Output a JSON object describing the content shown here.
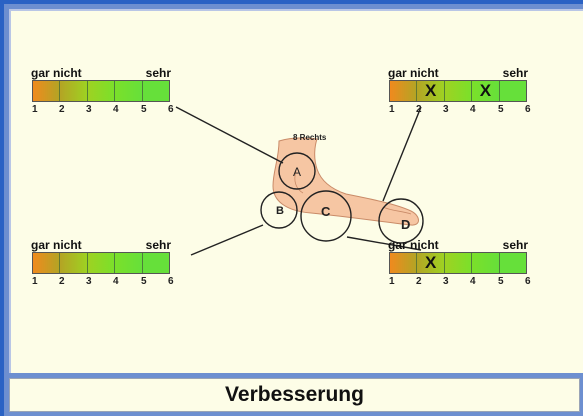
{
  "footer": {
    "title": "Verbesserung"
  },
  "foot": {
    "caption": "8 Rechts",
    "regions": [
      "A",
      "B",
      "C",
      "D"
    ]
  },
  "colors": [
    "#f08a1e",
    "#b4a424",
    "#9ed222",
    "#7be02a",
    "#66e03a"
  ],
  "scales": [
    {
      "id": "tl",
      "low": "gar nicht",
      "high": "sehr",
      "numbers": [
        "1",
        "2",
        "3",
        "4",
        "5",
        "6"
      ],
      "marks": []
    },
    {
      "id": "tr",
      "low": "gar nicht",
      "high": "sehr",
      "numbers": [
        "1",
        "2",
        "3",
        "4",
        "5",
        "6"
      ],
      "marks": [
        {
          "cell": 2,
          "label": "X"
        },
        {
          "cell": 4,
          "label": "X"
        }
      ]
    },
    {
      "id": "bl",
      "low": "gar nicht",
      "high": "sehr",
      "numbers": [
        "1",
        "2",
        "3",
        "4",
        "5",
        "6"
      ],
      "marks": []
    },
    {
      "id": "br",
      "low": "gar nicht",
      "high": "sehr",
      "numbers": [
        "1",
        "2",
        "3",
        "4",
        "5",
        "6"
      ],
      "marks": [
        {
          "cell": 2,
          "label": "X"
        }
      ]
    }
  ]
}
